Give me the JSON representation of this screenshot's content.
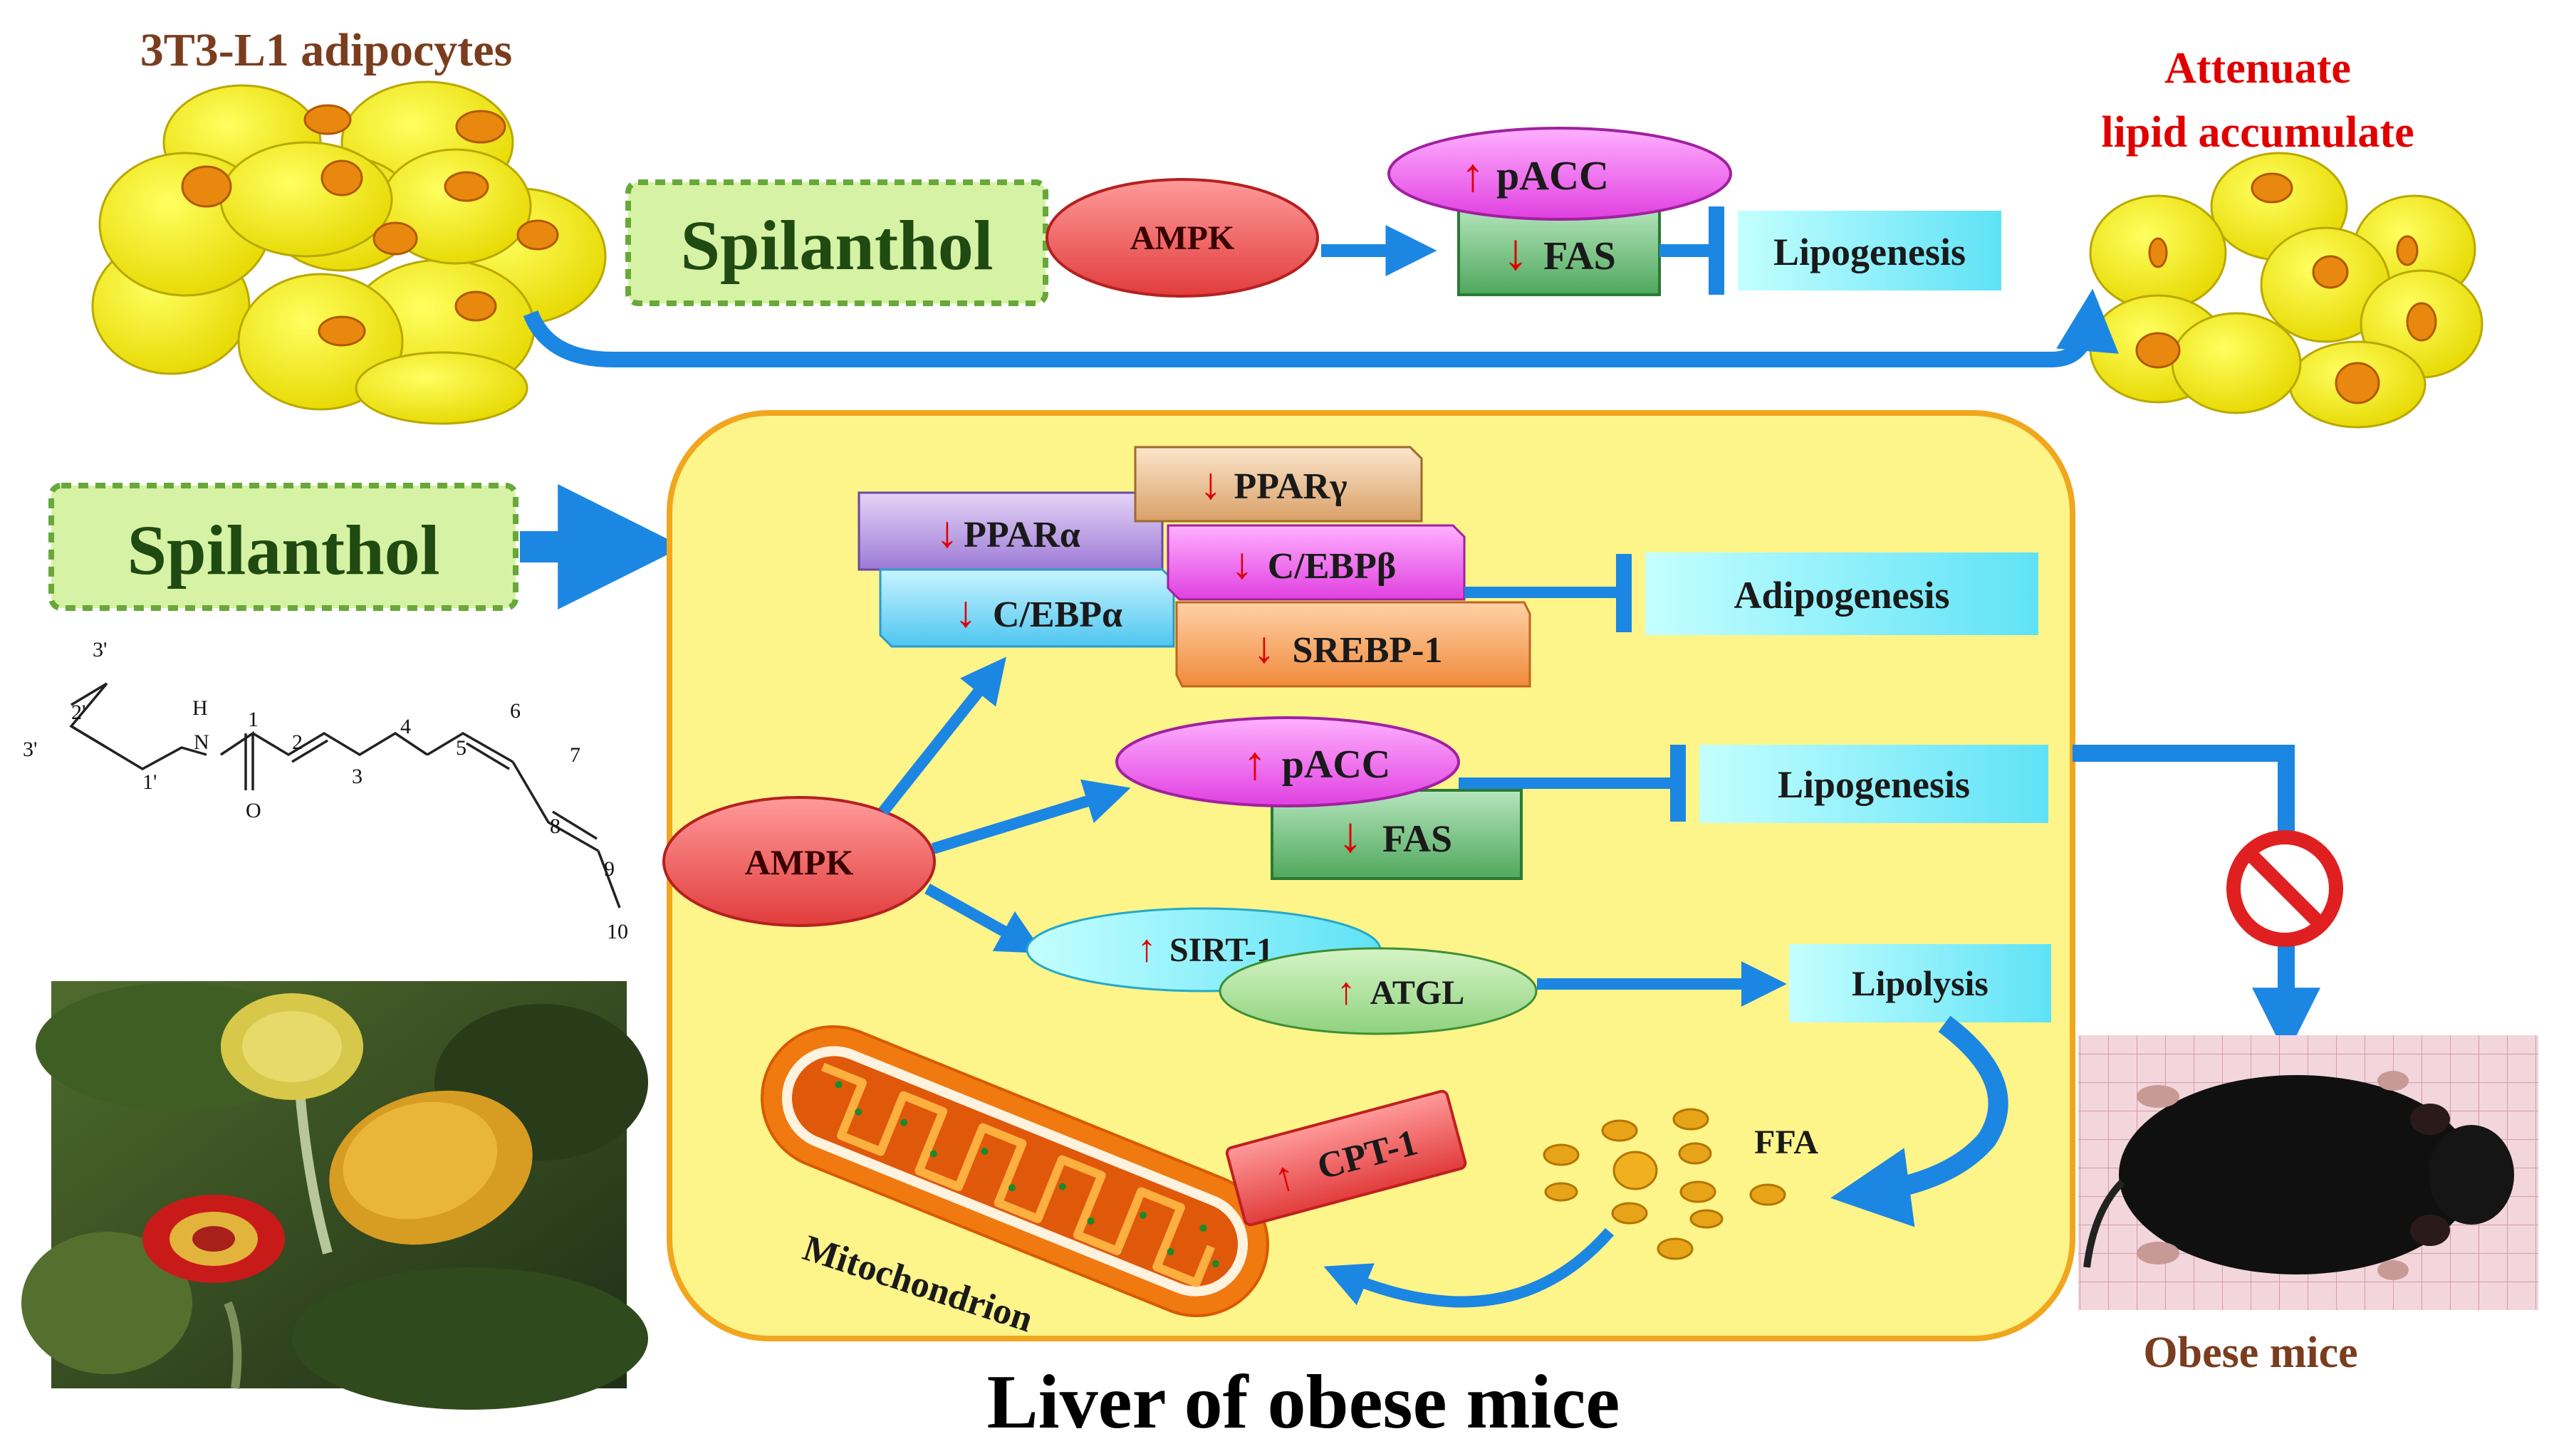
{
  "top": {
    "cell_label": "3T3-L1 adipocytes",
    "compound": "Spilanthol",
    "ampk": "AMPK",
    "pacc": "pACC",
    "fas": "FAS",
    "process": "Lipogenesis",
    "outcome": [
      "Attenuate",
      "lipid accumulate"
    ]
  },
  "bottom": {
    "compound": "Spilanthol",
    "organ_label": "Liver of obese mice",
    "ampk": "AMPK",
    "ppara": "PPARα",
    "pparg": "PPARγ",
    "cebpa": "C/EBPα",
    "cebpb": "C/EBPβ",
    "srebp": "SREBP-1",
    "adipogenesis": "Adipogenesis",
    "pacc": "pACC",
    "fas": "FAS",
    "lipogenesis": "Lipogenesis",
    "sirt": "SIRT-1",
    "atgl": "ATGL",
    "lipolysis": "Lipolysis",
    "ffa": "FFA",
    "cpt": "CPT-1",
    "mito": "Mitochondrion",
    "mice_label": "Obese mice"
  },
  "structure": {
    "labels": [
      "3'",
      "2'",
      "3'",
      "1'",
      "H",
      "N",
      "1",
      "O",
      "2",
      "3",
      "4",
      "5",
      "6",
      "7",
      "8",
      "9",
      "10"
    ]
  },
  "arrows": {
    "up": "↑",
    "down": "↓"
  },
  "colors": {
    "flow_arrow": "#1c86e3",
    "adipocyte": "#f3f000",
    "nucleus": "#e88a10",
    "liver_panel": "#fdf48a",
    "red_label": "#e00000",
    "brown_label": "#7a3d1e",
    "compound_box": "#d6f2a4"
  }
}
